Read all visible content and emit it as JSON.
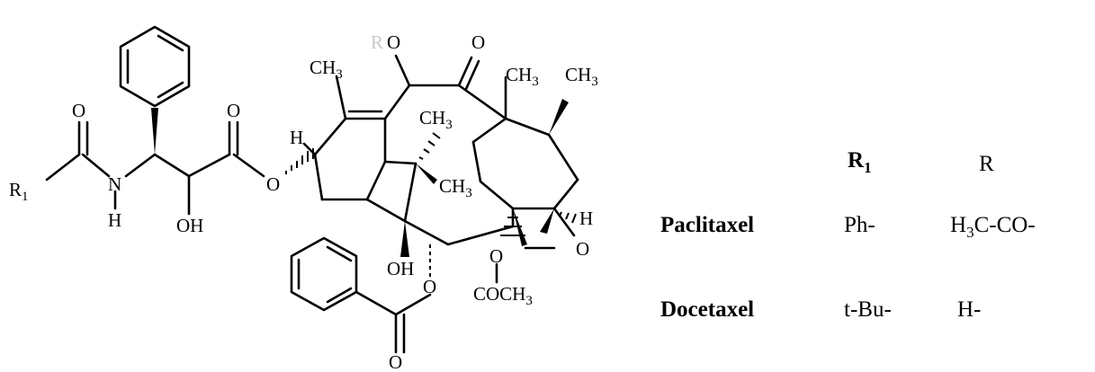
{
  "molecule": {
    "r1_sym": "R",
    "r1_sub": "1",
    "amide_o": "O",
    "n": "N",
    "n_h": "H",
    "ester_o": "O",
    "oh_side": "OH",
    "ester_link_o": "O",
    "h_left": "H",
    "ch3_ring": "CH",
    "ch3_ring_sub": "3",
    "r2_faint": "R",
    "r2_o": "O",
    "ketone_o": "O",
    "ch3_top_a": "CH",
    "ch3_top_a_sub": "3",
    "ch3_top_b": "CH",
    "ch3_top_b_sub": "3",
    "ch3_bridge": "CH",
    "ch3_bridge_sub": "3",
    "ch3_mid": "CH",
    "ch3_mid_sub": "3",
    "oh_core": "OH",
    "h_right": "H",
    "oxetane_o": "O",
    "acetate_o": "O",
    "acetate": "COCH",
    "acetate_sub": "3",
    "benzoate_o": "O",
    "benzoate_co": "O"
  },
  "table": {
    "header_r1": "R",
    "header_r1_sub": "1",
    "header_r2_faint": "R",
    "rows": [
      {
        "name": "Paclitaxel",
        "r1": "Ph-",
        "r2_pre": "H",
        "r2_sub": "3",
        "r2_post": "C-CO-"
      },
      {
        "name": "Docetaxel",
        "r1": "t-Bu-",
        "r2_pre": "H-",
        "r2_sub": "",
        "r2_post": ""
      }
    ]
  }
}
